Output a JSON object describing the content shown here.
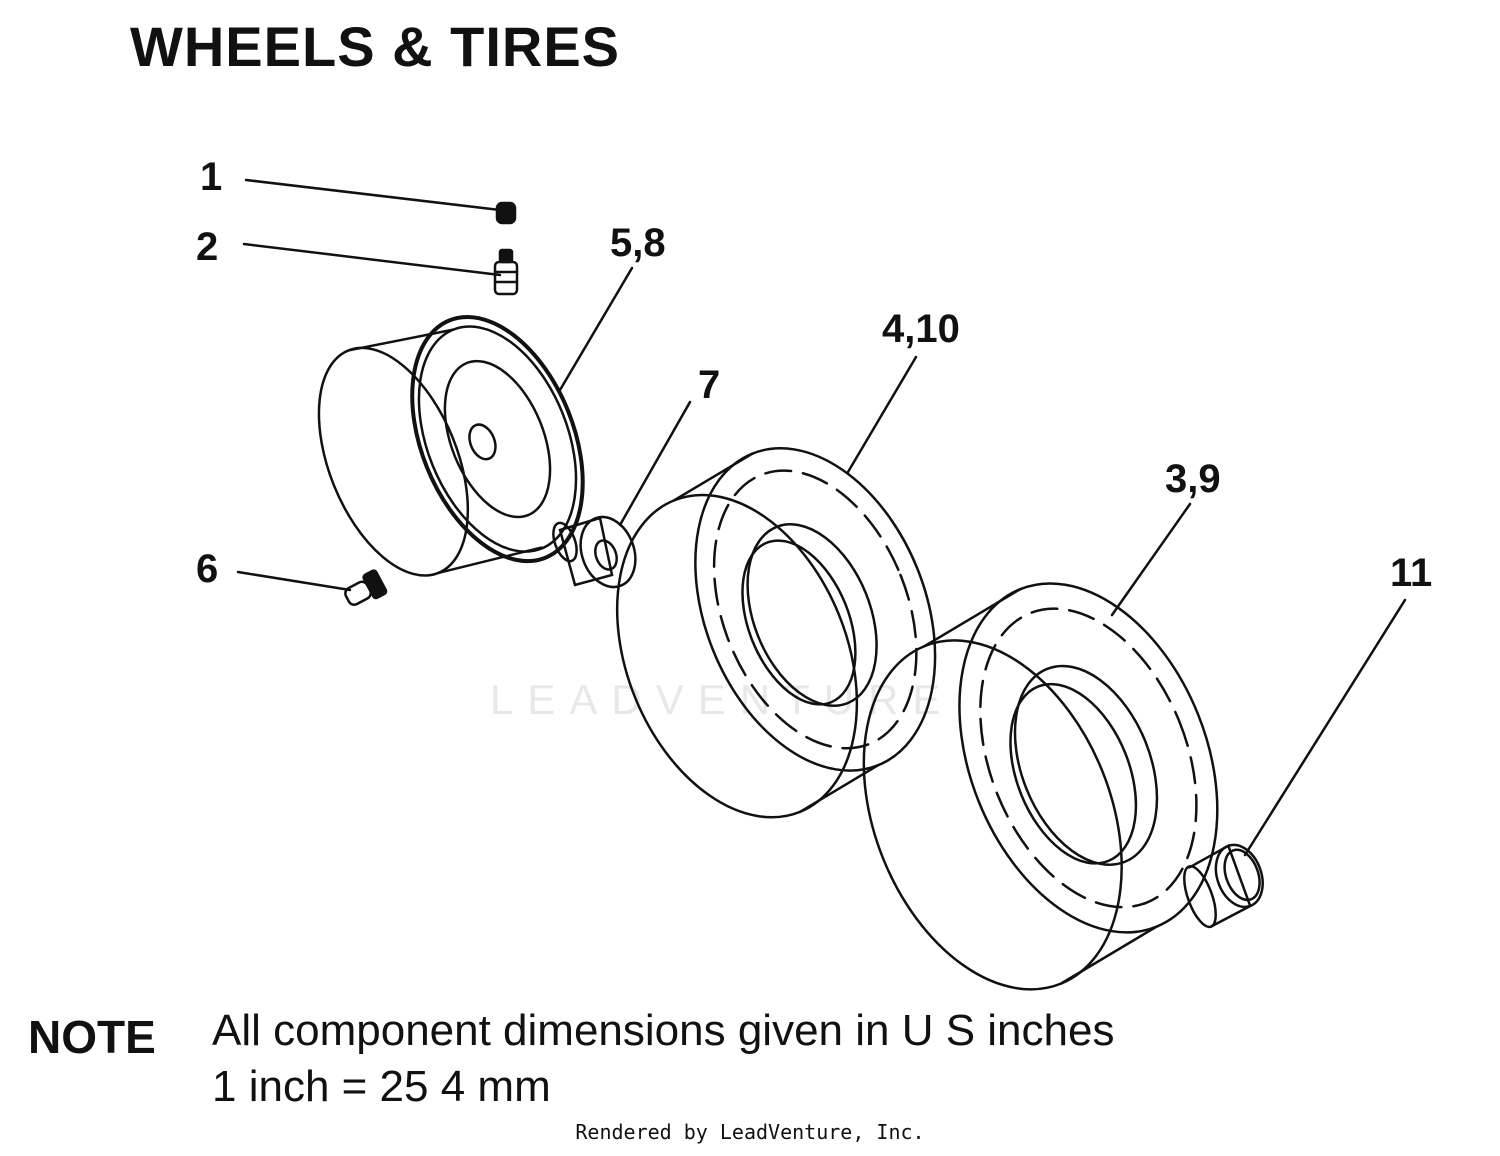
{
  "title": "WHEELS & TIRES",
  "callouts": {
    "c1": "1",
    "c2": "2",
    "c58": "5,8",
    "c7": "7",
    "c410": "4,10",
    "c39": "3,9",
    "c11": "11",
    "c6": "6"
  },
  "note": {
    "label": "NOTE",
    "line1": "All component dimensions given in U S  inches",
    "line2": "1 inch = 25 4 mm"
  },
  "watermark": "LEADVENTURE",
  "footer": "Rendered by LeadVenture, Inc."
}
